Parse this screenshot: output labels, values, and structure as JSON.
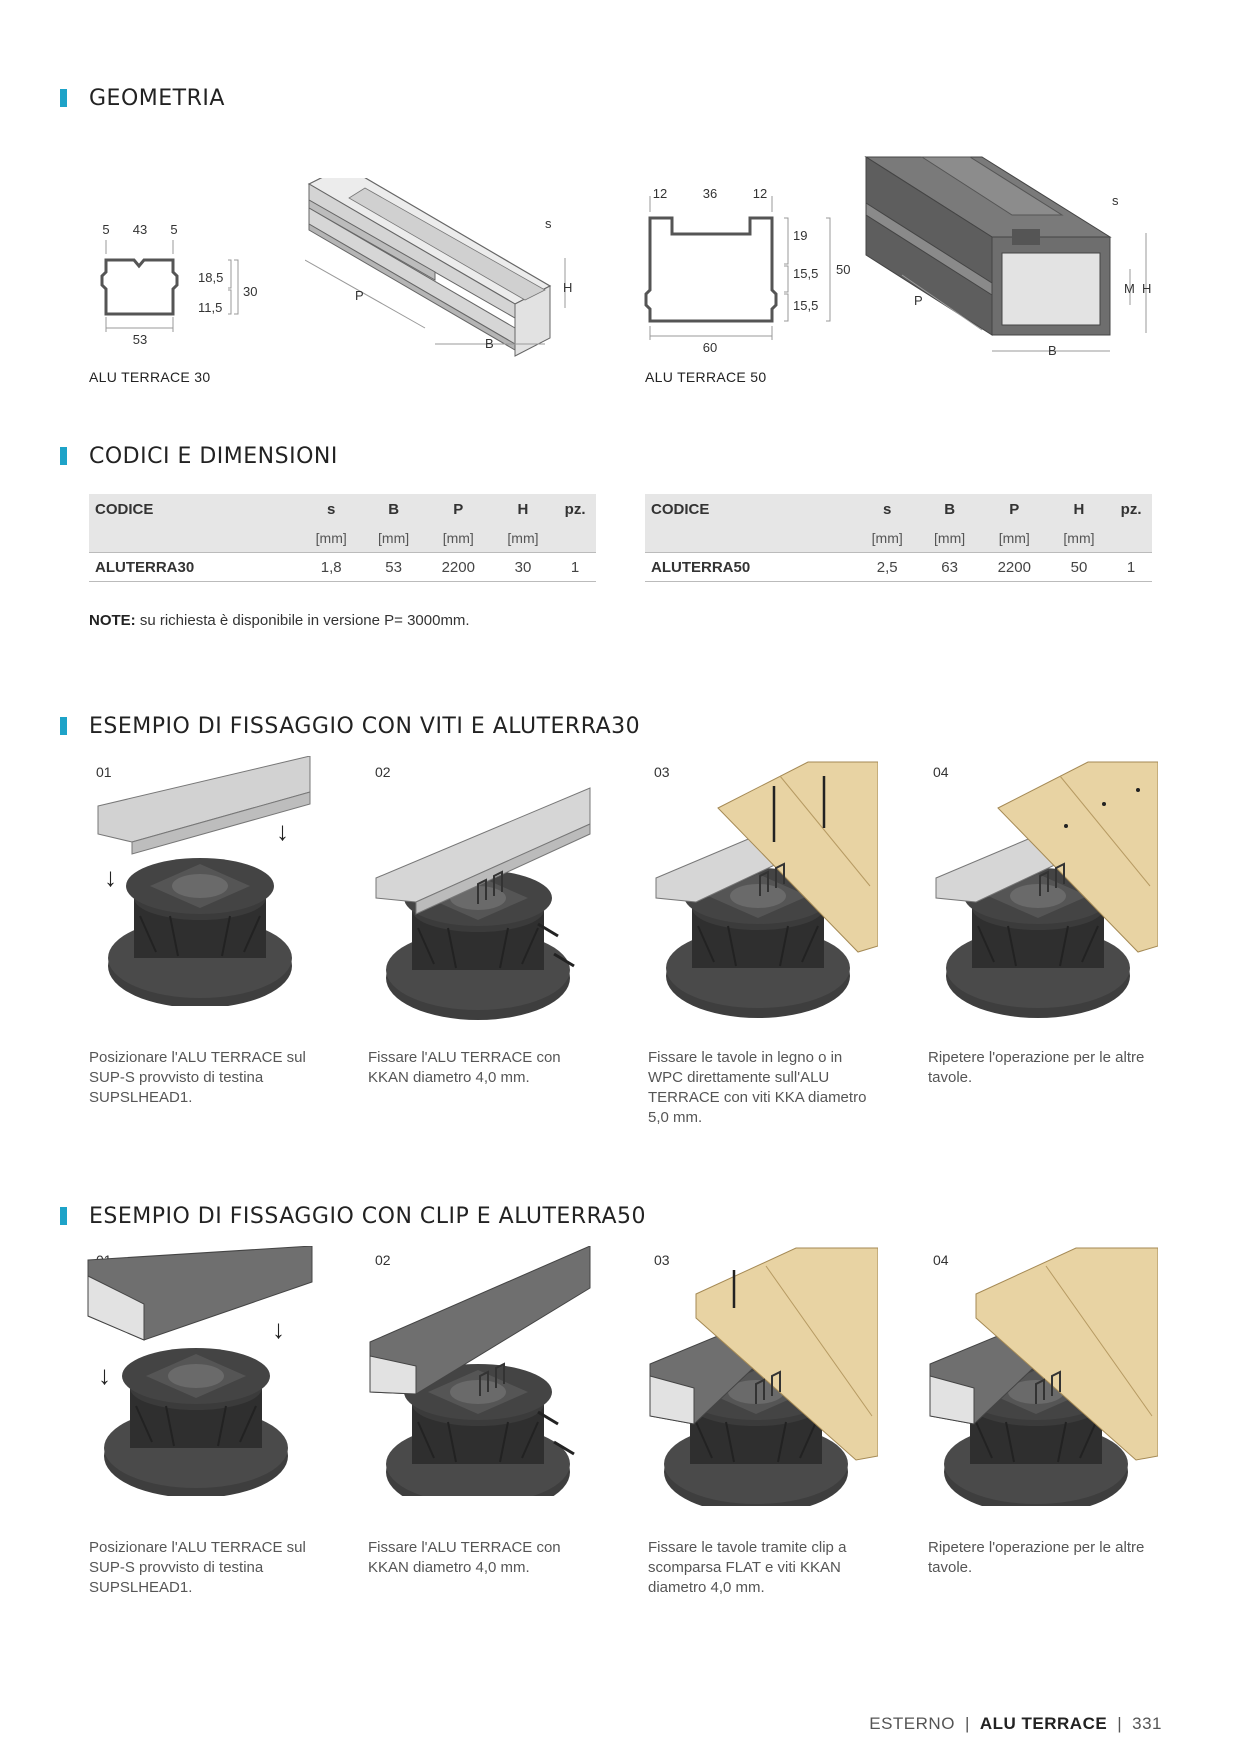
{
  "sections": {
    "geometry": "GEOMETRIA",
    "codes": "CODICI E DIMENSIONI",
    "screws": "ESEMPIO DI FISSAGGIO CON VITI E ALUTERRA30",
    "clips": "ESEMPIO DI FISSAGGIO CON CLIP E ALUTERRA50"
  },
  "geometry": {
    "profile30": {
      "name": "ALU TERRACE 30",
      "dims": {
        "top_left": "5",
        "top_mid": "43",
        "top_right": "5",
        "h_upper": "18,5",
        "h_lower": "11,5",
        "h_total": "30",
        "width": "53"
      },
      "iso_labels": {
        "s": "s",
        "p": "P",
        "b": "B",
        "h": "H"
      }
    },
    "profile50": {
      "name": "ALU TERRACE 50",
      "dims": {
        "top_left": "12",
        "top_mid": "36",
        "top_right": "12",
        "h_top": "19",
        "h_mid": "15,5",
        "h_bot": "15,5",
        "h_total": "50",
        "width": "60"
      },
      "iso_labels": {
        "s": "s",
        "p": "P",
        "b": "B",
        "m": "M",
        "h": "H"
      }
    }
  },
  "tables": [
    {
      "headers": [
        "CODICE",
        "s",
        "B",
        "P",
        "H",
        "pz."
      ],
      "units": [
        "",
        "[mm]",
        "[mm]",
        "[mm]",
        "[mm]",
        ""
      ],
      "rows": [
        [
          "ALUTERRA30",
          "1,8",
          "53",
          "2200",
          "30",
          "1"
        ]
      ]
    },
    {
      "headers": [
        "CODICE",
        "s",
        "B",
        "P",
        "H",
        "pz."
      ],
      "units": [
        "",
        "[mm]",
        "[mm]",
        "[mm]",
        "[mm]",
        ""
      ],
      "rows": [
        [
          "ALUTERRA50",
          "2,5",
          "63",
          "2200",
          "50",
          "1"
        ]
      ]
    }
  ],
  "note": {
    "label": "NOTE:",
    "text": " su richiesta è disponibile in versione P= 3000mm."
  },
  "screw_steps": [
    {
      "num": "01",
      "text": "Posizionare l'ALU TERRACE sul SUP-S provvisto di testina SUPSLHEAD1."
    },
    {
      "num": "02",
      "text": "Fissare l'ALU TERRACE con KKAN diametro 4,0 mm."
    },
    {
      "num": "03",
      "text": "Fissare le tavole in legno o in WPC direttamente sull'ALU TERRACE con viti KKA diametro 5,0 mm."
    },
    {
      "num": "04",
      "text": "Ripetere l'operazione per le altre tavole."
    }
  ],
  "clip_steps": [
    {
      "num": "01",
      "text": "Posizionare l'ALU TERRACE sul SUP-S provvisto di testina SUPSLHEAD1."
    },
    {
      "num": "02",
      "text": "Fissare l'ALU TERRACE con KKAN diametro 4,0 mm."
    },
    {
      "num": "03",
      "text": "Fissare le tavole tramite clip a scomparsa FLAT e viti KKAN diametro 4,0 mm."
    },
    {
      "num": "04",
      "text": "Ripetere l'operazione per le altre tavole."
    }
  ],
  "footer": {
    "section": "ESTERNO",
    "product": "ALU TERRACE",
    "page": "331"
  },
  "colors": {
    "accent": "#1ea3c8",
    "support": "#3a3a3a",
    "wood": "#e8d3a3",
    "alu_light": "#d9d9d9",
    "alu_dark": "#6e6e6e"
  }
}
